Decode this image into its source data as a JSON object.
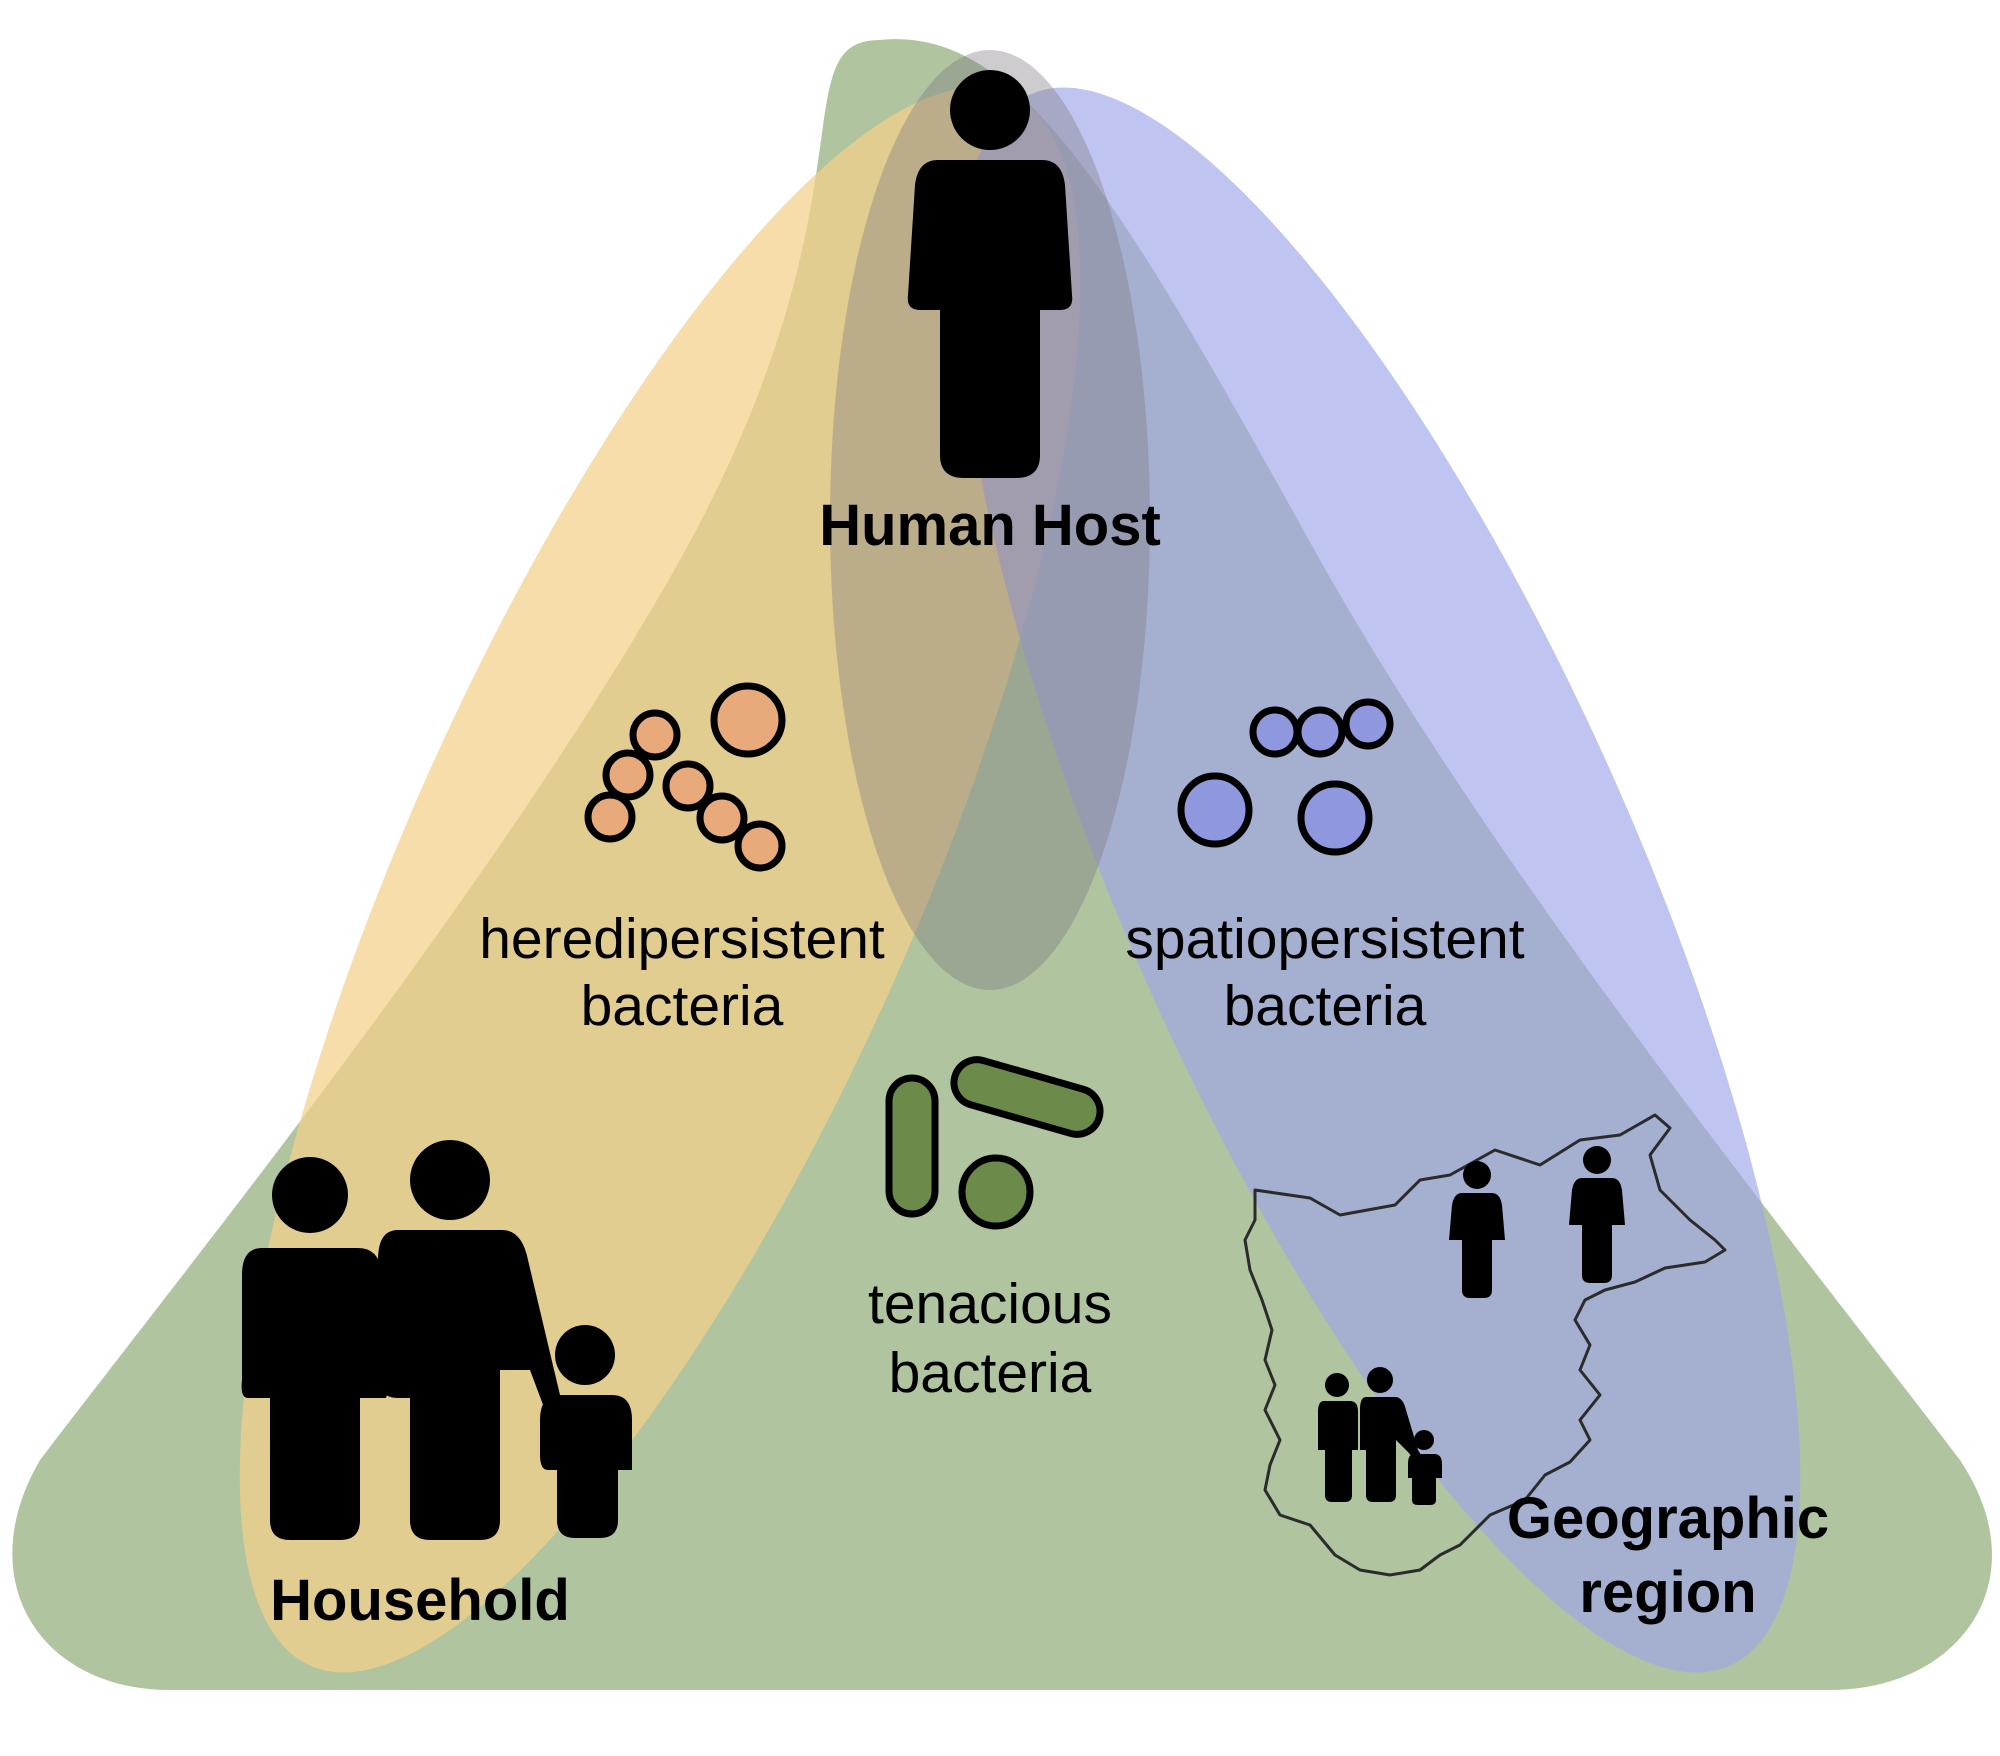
{
  "labels": {
    "human_host": "Human Host",
    "household": "Household",
    "geographic_line1": "Geographic",
    "geographic_line2": "region",
    "heredi_line1": "heredipersistent",
    "heredi_line2": "bacteria",
    "spatio_line1": "spatiopersistent",
    "spatio_line2": "bacteria",
    "tenacious_line1": "tenacious",
    "tenacious_line2": "bacteria"
  },
  "colors": {
    "triangle_green": "#afc49f",
    "orange_ellipse": "#f4d089",
    "blue_ellipse": "#9fa6ea",
    "host_ellipse": "#8a7f86",
    "orange_bacteria": "#e8aa7a",
    "blue_bacteria": "#8f97df",
    "green_bacteria": "#6c8b4b",
    "outline": "#000000"
  }
}
